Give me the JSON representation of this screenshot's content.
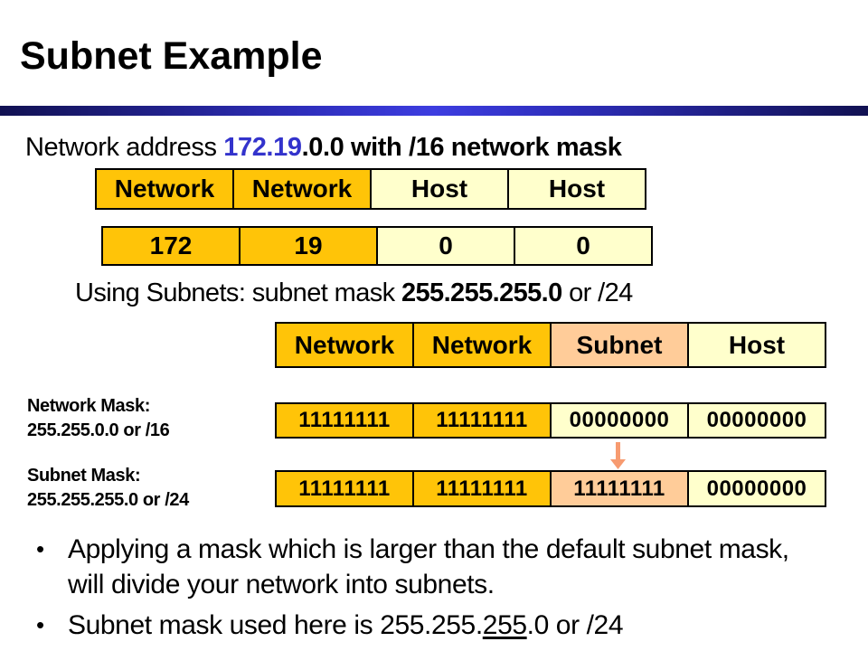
{
  "title": "Subnet Example",
  "intro_line": {
    "prefix": "Network address ",
    "ip_highlight": "172.19",
    "rest": ".0.0 with /16 network mask"
  },
  "address_table": {
    "headers": [
      "Network",
      "Network",
      "Host",
      "Host"
    ],
    "values": [
      "172",
      "19",
      "0",
      "0"
    ]
  },
  "subnet_line": {
    "prefix": "Using Subnets: subnet mask ",
    "mask_bold": "255.255.255.0",
    "suffix": " or /24"
  },
  "mask_labels": {
    "network_title": "Network Mask:",
    "network_value": "255.255.0.0 or /16",
    "subnet_title": "Subnet Mask:",
    "subnet_value": "255.255.255.0 or /24"
  },
  "subnet_table": {
    "headers": [
      "Network",
      "Network",
      "Subnet",
      "Host"
    ],
    "network_mask_bits": [
      "11111111",
      "11111111",
      "00000000",
      "00000000"
    ],
    "subnet_mask_bits": [
      "11111111",
      "11111111",
      "11111111",
      "00000000"
    ]
  },
  "bullets": {
    "marker": "•",
    "b1": "Applying a mask which is larger than the default subnet mask, will divide your network into subnets.",
    "b2_prefix": "Subnet mask used here is 255.255.",
    "b2_underlined": "255",
    "b2_suffix": ".0 or /24"
  },
  "colors": {
    "gold": "#FFC408",
    "pale_yellow": "#FFFFCC",
    "peach": "#FFCC99",
    "ip_blue": "#3333CC",
    "arrow_salmon": "#F79B70",
    "divider_navy": "#111152",
    "divider_blue": "#3D3DE0"
  }
}
